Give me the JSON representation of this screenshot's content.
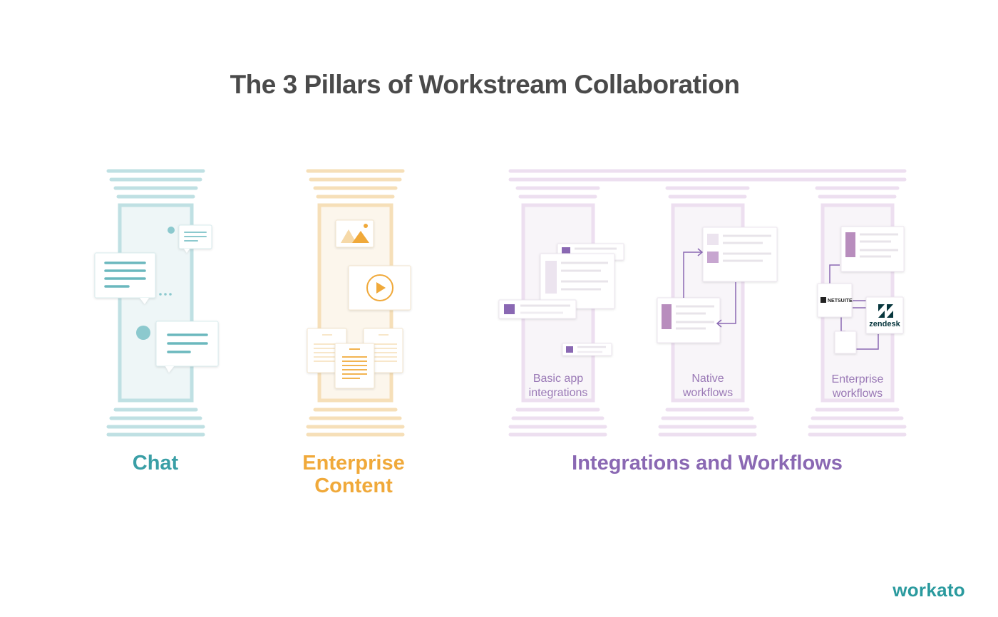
{
  "title": "The 3 Pillars of Workstream Collaboration",
  "pillars": [
    {
      "label": "Chat",
      "color": "#3a9fa6"
    },
    {
      "label_line1": "Enterprise",
      "label_line2": "Content",
      "color": "#f0a93a"
    },
    {
      "label": "Integrations and Workflows",
      "color": "#8a68b3"
    }
  ],
  "sub_pillars": [
    {
      "line1": "Basic app",
      "line2": "integrations"
    },
    {
      "line1": "Native",
      "line2": "workflows"
    },
    {
      "line1": "Enterprise",
      "line2": "workflows"
    }
  ],
  "app_logos": {
    "netsuite": "NETSUITE",
    "zendesk": "zendesk"
  },
  "brand": "workato",
  "colors": {
    "teal": "#3a9fa6",
    "orange": "#f0a93a",
    "purple": "#8a68b3",
    "title": "#4a4a4a"
  }
}
